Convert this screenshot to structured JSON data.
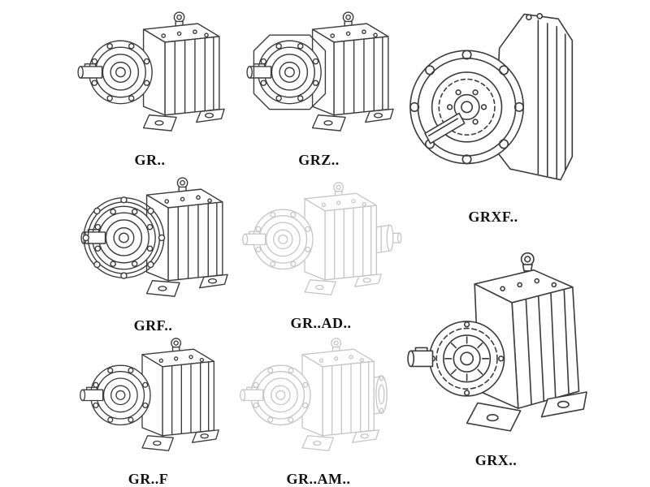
{
  "page": {
    "background": "#ffffff",
    "line_color": "#3d3d3d",
    "ghost_line_color": "#c7c7c7",
    "label_color": "#111111"
  },
  "models": [
    {
      "label": "GR..",
      "drawing": "foot-mounted-helical-gear-reducer-isometric",
      "render": "solid"
    },
    {
      "label": "GRZ..",
      "drawing": "foot-mounted-helical-gear-reducer-octagonal-front",
      "render": "solid"
    },
    {
      "label": "GRXF..",
      "drawing": "flange-mounted-helical-gear-reducer-front-view",
      "render": "solid"
    },
    {
      "label": "GRF..",
      "drawing": "flange-mounted-helical-gear-reducer-isometric",
      "render": "solid"
    },
    {
      "label": "GR..AD..",
      "drawing": "helical-gear-reducer-with-input-shaft-adapter-ghost",
      "render": "ghost"
    },
    {
      "label": "GR..F",
      "drawing": "foot-mounted-helical-gear-reducer-isometric",
      "render": "solid"
    },
    {
      "label": "GR..AM..",
      "drawing": "helical-gear-reducer-with-motor-adapter-flange-ghost",
      "render": "ghost"
    },
    {
      "label": "GRX..",
      "drawing": "large-foot-mounted-helical-gear-reducer-isometric",
      "render": "solid"
    }
  ]
}
